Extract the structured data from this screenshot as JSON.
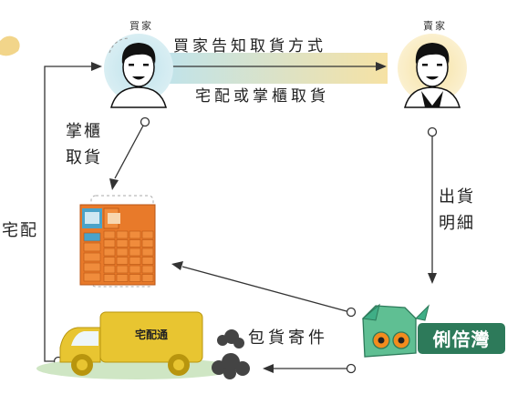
{
  "roles": {
    "buyer": "買家",
    "seller": "賣家"
  },
  "messages": {
    "top": "買家告知取貨方式",
    "middle": "宅配或掌櫃取貨",
    "locker_pickup": [
      "掌櫃",
      "取貨"
    ],
    "home_delivery": "宅配",
    "shipment_detail": [
      "出貨",
      "明細"
    ],
    "pack_ship": "包貨寄件"
  },
  "truck_label": "宅配通",
  "logo_text": "俐倍灣",
  "colors": {
    "buyer_glow": "#bfe3ec",
    "seller_glow": "#f6e2a4",
    "locker": "#e87a2a",
    "truck": "#e8c531",
    "mascot": "#3fae86"
  }
}
